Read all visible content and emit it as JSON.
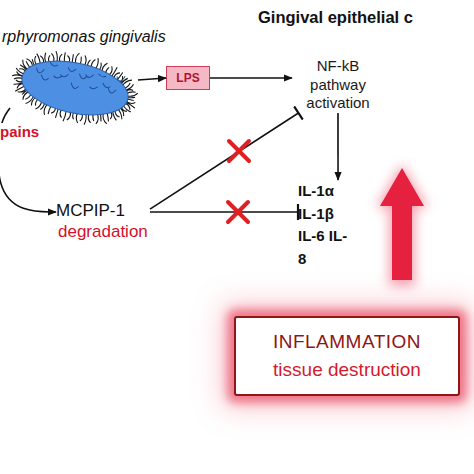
{
  "diagram": {
    "title": "Gingival epithelial c",
    "nodes": [
      {
        "text": [
          "rphyromonas gingivalis"
        ]
      },
      {
        "text": [
          "LPS"
        ]
      },
      {
        "text": [
          "NF-kB pathway activation"
        ]
      },
      {
        "text": [
          "MCPIP-1",
          "degradation"
        ]
      },
      {
        "text": [
          "IL-1α IL-1β IL-6 IL-8"
        ]
      },
      {
        "text": [
          "INFLAMMATION",
          "tissue destruction"
        ]
      }
    ],
    "edges": [
      {
        "from": 0,
        "to": 1,
        "arrow": "to"
      },
      {
        "from": 1,
        "to": 2,
        "arrow": "to"
      },
      {
        "from": 2,
        "to": 4,
        "arrow": "to"
      },
      {
        "from": 0,
        "to": 3,
        "label": "pains",
        "arrow": "to"
      },
      {
        "from": 3,
        "to": 2,
        "arrow": "to"
      },
      {
        "from": 3,
        "to": 4,
        "arrow": "to"
      }
    ]
  }
}
